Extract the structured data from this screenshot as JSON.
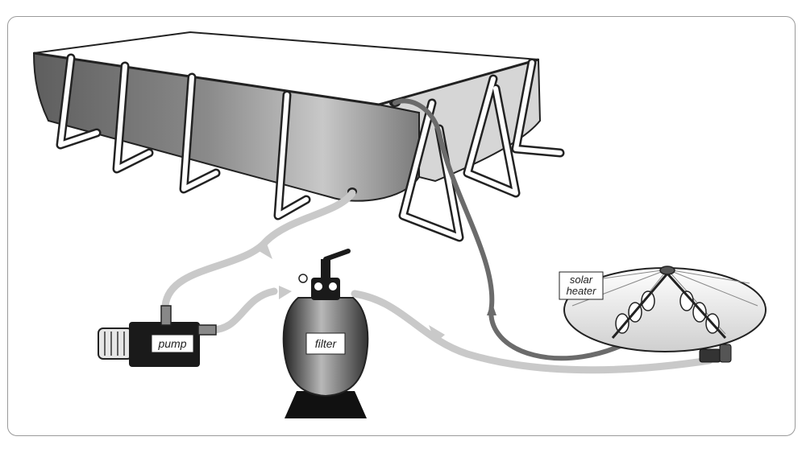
{
  "labels": {
    "pump": "pump",
    "filter": "filter",
    "solar_line1": "solar",
    "solar_line2": "heater"
  },
  "colors": {
    "pool_wall_dark": "#6f6f6f",
    "pool_wall_light": "#d2d2d2",
    "return_hose": "#6b6b6b",
    "intake_hose": "#c9c9c9",
    "frame": "#9a9a9a"
  },
  "icons": [
    "pool",
    "pump",
    "sand-filter",
    "solar-heater",
    "hose-arrow"
  ]
}
